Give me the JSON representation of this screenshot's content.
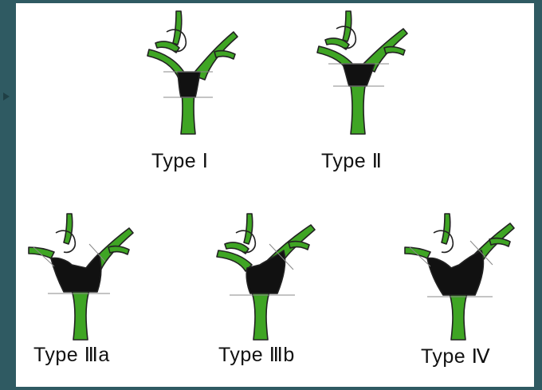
{
  "diagrams": [
    {
      "id": "t1",
      "label": "Type Ⅰ"
    },
    {
      "id": "t2",
      "label": "Type Ⅱ"
    },
    {
      "id": "t3a",
      "label": "Type Ⅲa"
    },
    {
      "id": "t3b",
      "label": "Type Ⅲb"
    },
    {
      "id": "t4",
      "label": "Type Ⅳ"
    }
  ],
  "colors": {
    "duct_green": "#3fa524",
    "duct_outline": "#222222",
    "tumor_black": "#111111",
    "background": "#2f5a62",
    "panel": "#ffffff"
  }
}
